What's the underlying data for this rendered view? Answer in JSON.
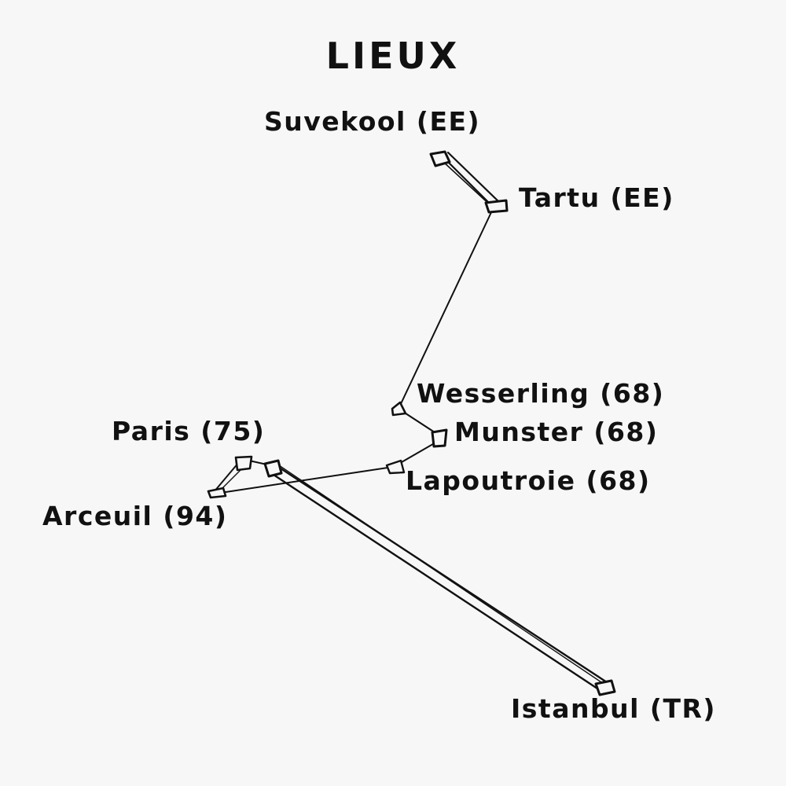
{
  "title": "LIEUX",
  "places": [
    {
      "id": "suvekool",
      "label": "Suvekool (EE)"
    },
    {
      "id": "tartu",
      "label": "Tartu (EE)"
    },
    {
      "id": "wesserling",
      "label": "Wesserling (68)"
    },
    {
      "id": "munster",
      "label": "Munster (68)"
    },
    {
      "id": "lapoutroie",
      "label": "Lapoutroie (68)"
    },
    {
      "id": "paris",
      "label": "Paris (75)"
    },
    {
      "id": "arceuil",
      "label": "Arceuil (94)"
    },
    {
      "id": "istanbul",
      "label": "Istanbul (TR)"
    }
  ],
  "route": [
    "suvekool",
    "tartu",
    "wesserling",
    "munster",
    "lapoutroie",
    "arceuil",
    "paris",
    "istanbul"
  ],
  "colors": {
    "ink": "#111111",
    "paper": "#f7f7f7"
  }
}
